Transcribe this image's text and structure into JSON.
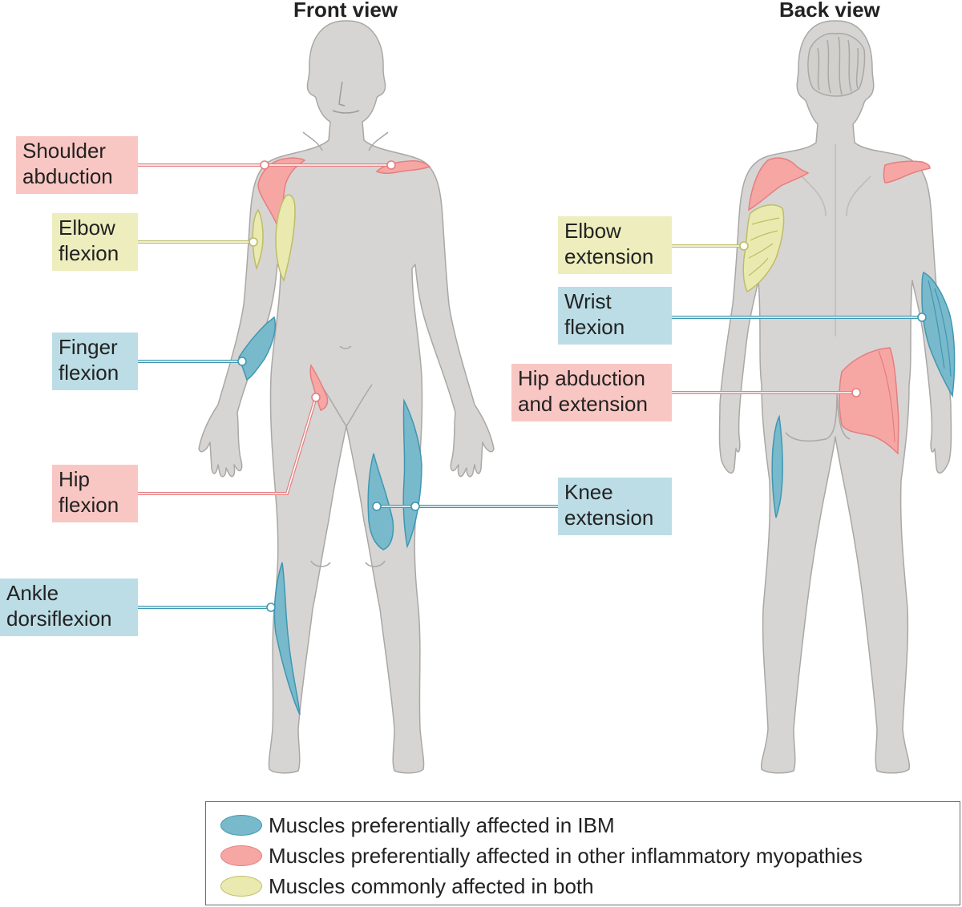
{
  "views": {
    "front_title": "Front view",
    "back_title": "Back view"
  },
  "labels": {
    "shoulder_abduction": "Shoulder\nabduction",
    "elbow_flexion": "Elbow\nflexion",
    "finger_flexion": "Finger\nflexion",
    "hip_flexion": "Hip\nflexion",
    "ankle_dorsiflexion": "Ankle\ndorsiflexion",
    "knee_extension": "Knee\nextension",
    "elbow_extension": "Elbow\nextension",
    "wrist_flexion": "Wrist\nflexion",
    "hip_abduction_extension": "Hip abduction\nand extension"
  },
  "legend": {
    "ibm": "Muscles preferentially affected in IBM",
    "other": "Muscles preferentially affected in other inflammatory myopathies",
    "both": "Muscles commonly affected in both"
  },
  "colors": {
    "ibm_fill": "#79b9cc",
    "ibm_stroke": "#3f97b1",
    "ibm_box": "#bcdde6",
    "other_fill": "#f6a7a4",
    "other_stroke": "#e57e80",
    "other_box": "#f9c7c3",
    "both_fill": "#eaeab0",
    "both_stroke": "#bdbd67",
    "both_box": "#ededbe",
    "body_fill": "#d6d5d3",
    "body_stroke": "#a9a8a5"
  }
}
